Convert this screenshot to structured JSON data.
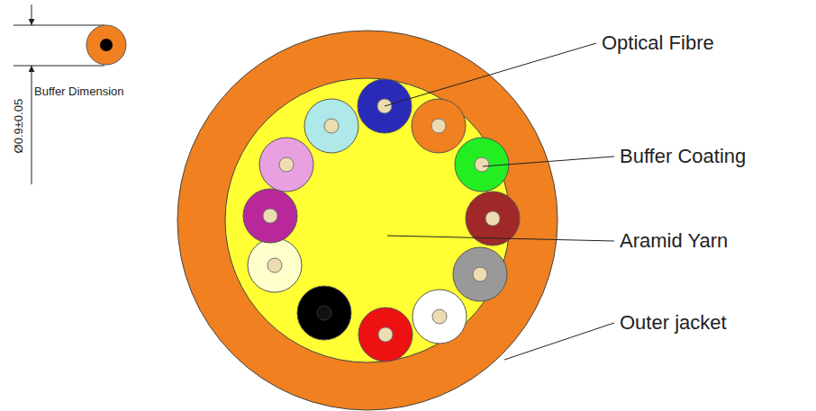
{
  "diagram": {
    "labels": [
      "Optical Fibre",
      "Buffer Coating",
      "Aramid Yarn",
      "Outer jacket",
      "Buffer Dimension",
      "Ø0.9±0.05"
    ]
  }
}
